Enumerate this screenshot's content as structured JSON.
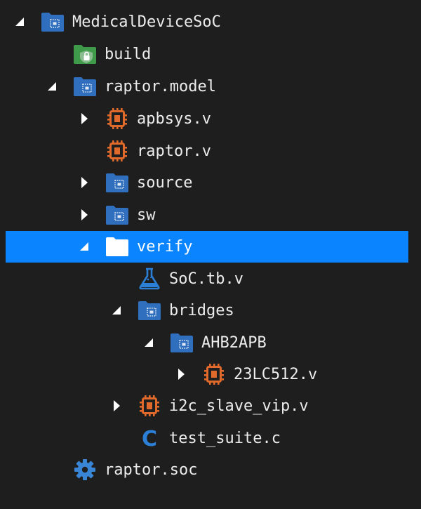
{
  "colors": {
    "background": "#1e1e1e",
    "selection": "#0a84ff",
    "folder_blue": "#2f6fbd",
    "folder_green": "#3f9a49",
    "chip_orange": "#e06a2c",
    "flask_blue": "#2b7fd6",
    "c_blue": "#2b7fd6",
    "gear_blue": "#3a86d6"
  },
  "tree": {
    "items": [
      {
        "name": "tree-item-medicaldevicesoc",
        "label": "MedicalDeviceSoC",
        "icon": "folder-icon",
        "twisty": "expanded"
      },
      {
        "name": "tree-item-build",
        "label": "build",
        "icon": "locked-folder-icon",
        "twisty": "none"
      },
      {
        "name": "tree-item-raptor-model",
        "label": "raptor.model",
        "icon": "folder-icon",
        "twisty": "expanded"
      },
      {
        "name": "tree-item-apbsys-v",
        "label": "apbsys.v",
        "icon": "chip-icon",
        "twisty": "collapsed"
      },
      {
        "name": "tree-item-raptor-v",
        "label": "raptor.v",
        "icon": "chip-icon",
        "twisty": "none"
      },
      {
        "name": "tree-item-source",
        "label": "source",
        "icon": "folder-icon",
        "twisty": "collapsed"
      },
      {
        "name": "tree-item-sw",
        "label": "sw",
        "icon": "folder-icon",
        "twisty": "collapsed"
      },
      {
        "name": "tree-item-verify",
        "label": "verify",
        "icon": "folder-icon",
        "twisty": "expanded",
        "selected": true
      },
      {
        "name": "tree-item-soc-tb-v",
        "label": "SoC.tb.v",
        "icon": "flask-icon",
        "twisty": "none"
      },
      {
        "name": "tree-item-bridges",
        "label": "bridges",
        "icon": "folder-icon",
        "twisty": "expanded"
      },
      {
        "name": "tree-item-ahb2apb",
        "label": "AHB2APB",
        "icon": "folder-icon",
        "twisty": "expanded"
      },
      {
        "name": "tree-item-23lc512-v",
        "label": "23LC512.v",
        "icon": "chip-icon",
        "twisty": "collapsed"
      },
      {
        "name": "tree-item-i2c-slave-vip-v",
        "label": "i2c_slave_vip.v",
        "icon": "chip-icon",
        "twisty": "collapsed"
      },
      {
        "name": "tree-item-test-suite-c",
        "label": "test_suite.c",
        "icon": "c-file-icon",
        "twisty": "none"
      },
      {
        "name": "tree-item-raptor-soc",
        "label": "raptor.soc",
        "icon": "gear-icon",
        "twisty": "none"
      }
    ]
  }
}
